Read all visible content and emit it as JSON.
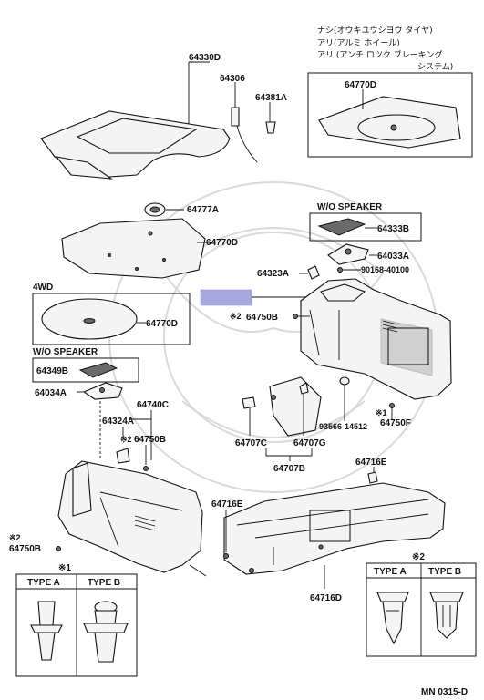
{
  "note_lines": [
    "ナシ(オウキユウシヨウ タイヤ)",
    "アリ(アルミ ホイール)",
    "アリ (アンチ ロツク ブレーキング",
    "システム)"
  ],
  "labels": {
    "p64330D": "64330D",
    "p64306": "64306",
    "p64381A": "64381A",
    "p64770D_top": "64770D",
    "p64777A": "64777A",
    "p64770D_mid": "64770D",
    "p64770D_4wd": "64770D",
    "p64333B": "64333B",
    "p64033A": "64033A",
    "p64323A": "64323A",
    "p90168": "90168-40100",
    "p64750B_r": "64750B",
    "p64349B": "64349B",
    "p64034A": "64034A",
    "p64740C": "64740C",
    "p64324A": "64324A",
    "p64750B_l": "64750B",
    "p64750F": "64750F",
    "p93566": "93566-14512",
    "p64707C": "64707C",
    "p64707G": "64707G",
    "p64707B": "64707B",
    "p64716E_r": "64716E",
    "p64716E_l": "64716E",
    "p64750B_bl": "64750B",
    "p64716D": "64716D"
  },
  "marks": {
    "note1": "※1",
    "note2": "※2",
    "star1": "※1",
    "star2": "※2",
    "m_750b_r": "※2",
    "m_750f": "※1",
    "m_750b_l": "※2",
    "m_750b_bl": "※2"
  },
  "group_titles": {
    "wo_speaker_right": "W/O SPEAKER",
    "fwd": "4WD",
    "wo_speaker_left": "W/O SPEAKER"
  },
  "types": {
    "a1": "TYPE A",
    "b1": "TYPE B",
    "a2": "TYPE A",
    "b2": "TYPE B"
  },
  "footer_code": "MN 0315-D",
  "highlight_color": "#a8a8e0"
}
